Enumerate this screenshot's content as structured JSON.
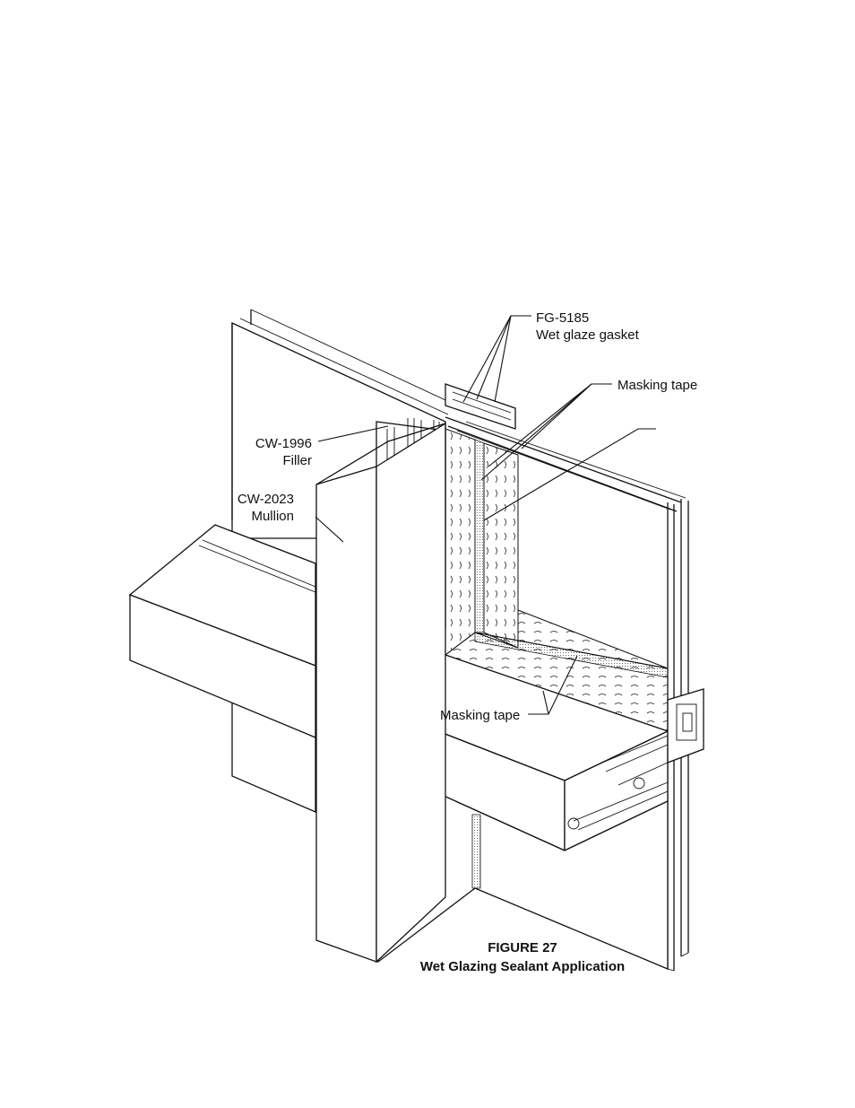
{
  "labels": {
    "gasket": {
      "part": "FG-5185",
      "desc": "Wet glaze gasket"
    },
    "masking_tape_top": "Masking tape",
    "filler": {
      "part": "CW-1996",
      "desc": "Filler"
    },
    "mullion": {
      "part": "CW-2023",
      "desc": "Mullion"
    },
    "masking_tape_bottom": "Masking tape"
  },
  "caption": {
    "figure": "FIGURE 27",
    "title": "Wet Glazing Sealant Application"
  }
}
